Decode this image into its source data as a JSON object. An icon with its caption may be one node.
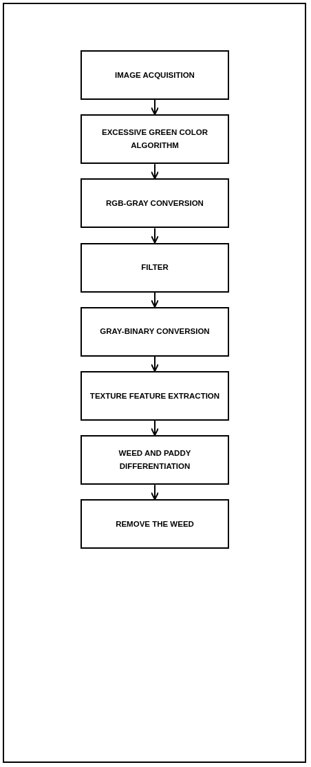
{
  "diagram": {
    "nodes": [
      {
        "text": [
          "IMAGE ACQUISITION"
        ]
      },
      {
        "text": [
          "EXCESSIVE GREEN COLOR ALGORITHM"
        ]
      },
      {
        "text": [
          "RGB-GRAY CONVERSION"
        ]
      },
      {
        "text": [
          "FILTER"
        ]
      },
      {
        "text": [
          "GRAY-BINARY CONVERSION"
        ]
      },
      {
        "text": [
          "TEXTURE FEATURE EXTRACTION"
        ]
      },
      {
        "text": [
          "WEED AND PADDY DIFFERENTIATION"
        ]
      },
      {
        "text": [
          "REMOVE THE WEED"
        ]
      }
    ],
    "edges": [
      {
        "from": 0,
        "to": 1,
        "arrow": "to"
      },
      {
        "from": 1,
        "to": 2,
        "arrow": "to"
      },
      {
        "from": 2,
        "to": 3,
        "arrow": "to"
      },
      {
        "from": 3,
        "to": 4,
        "arrow": "to"
      },
      {
        "from": 4,
        "to": 5,
        "arrow": "to"
      },
      {
        "from": 5,
        "to": 6,
        "arrow": "to"
      },
      {
        "from": 6,
        "to": 7,
        "arrow": "to"
      }
    ]
  }
}
